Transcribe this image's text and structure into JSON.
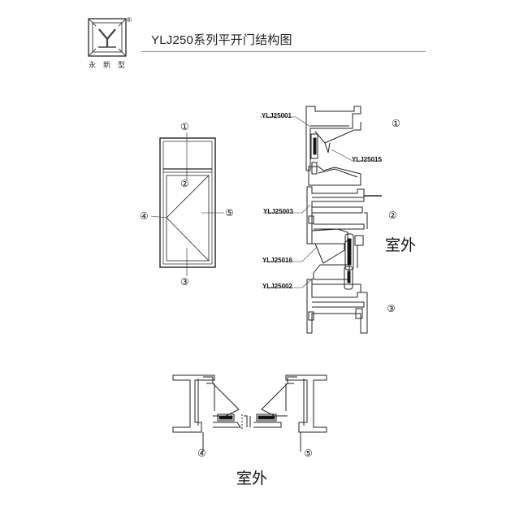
{
  "header": {
    "brand_text": "永 新 型",
    "registered_mark": "®",
    "title": "YLJ250系列平开门结构图"
  },
  "elevation": {
    "markers": [
      "①",
      "②",
      "③",
      "④",
      "⑤"
    ]
  },
  "section_vertical": {
    "part_labels": [
      "YLJ25001",
      "YLJ25015",
      "YLJ25003",
      "YLJ25016",
      "YLJ25002"
    ],
    "markers": [
      "①",
      "②",
      "③"
    ],
    "outside_label": "室外"
  },
  "section_horizontal": {
    "markers": [
      "④",
      "⑤"
    ],
    "outside_label": "室外"
  }
}
